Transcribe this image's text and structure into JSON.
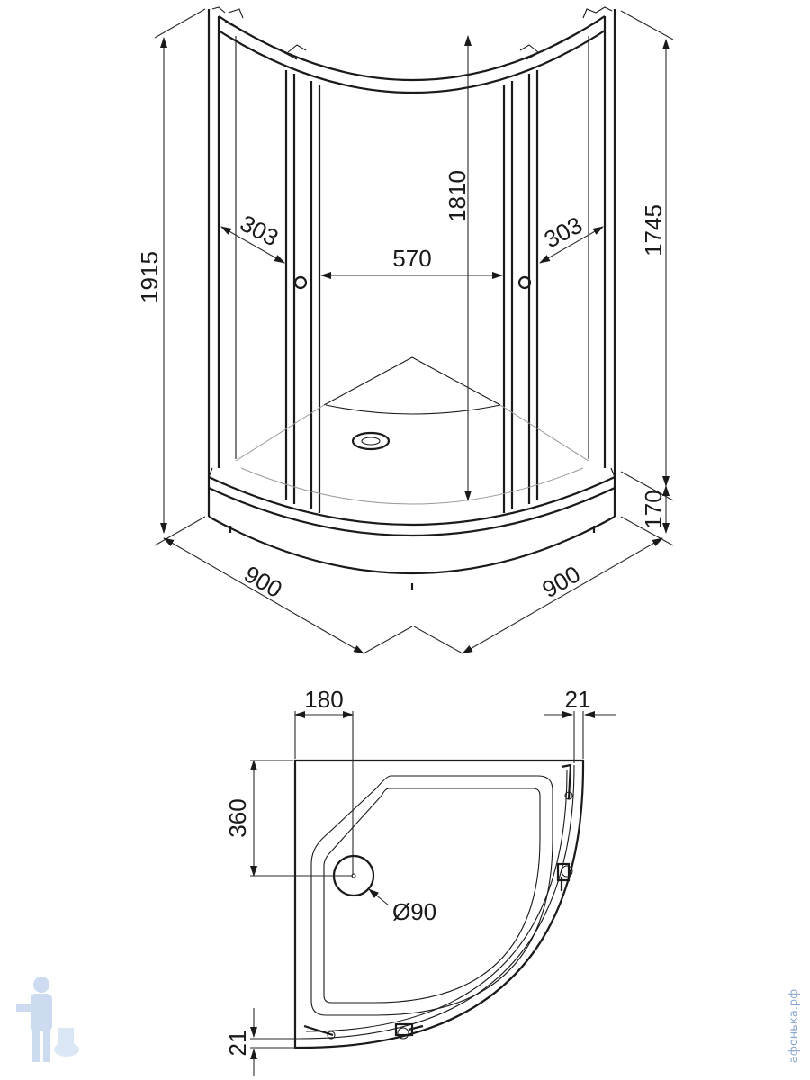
{
  "view3d": {
    "height_total": "1915",
    "height_glass": "1810",
    "height_frame": "1745",
    "tray_height": "170",
    "door_width_left": "303",
    "entrance_width": "570",
    "door_width_right": "303",
    "width_left": "900",
    "width_right": "900"
  },
  "plan": {
    "drain_offset_x": "180",
    "profile_depth_top": "21",
    "drain_offset_y": "360",
    "drain_diameter": "Ø90",
    "profile_depth_bottom": "21"
  },
  "watermark": {
    "text": "афонька.рф",
    "logo_icon": "plumber-mascot-icon"
  }
}
